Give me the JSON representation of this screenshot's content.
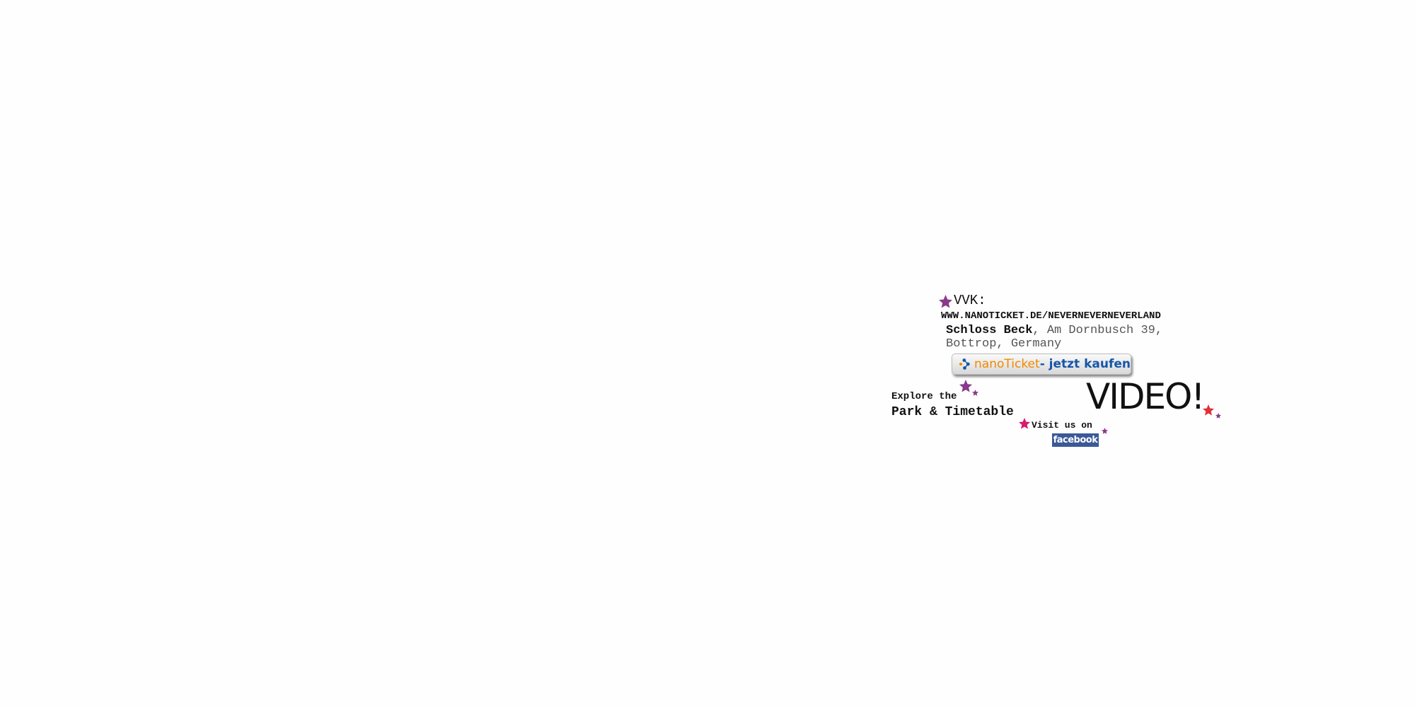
{
  "tickets": {
    "label": "VVK:",
    "url": "WWW.NANOTICKET.DE/NEVERNEVERNEVERLAND"
  },
  "address": {
    "venue": "Schloss Beck",
    "street": ", Am Dornbusch 39,",
    "city": "Bottrop, Germany"
  },
  "buy_button": {
    "brand": "nanoTicket",
    "action": " - jetzt kaufen"
  },
  "video_link": "VIDEO!",
  "explore": {
    "line1": "Explore the",
    "line2": "Park & Timetable"
  },
  "social": {
    "prompt": "Visit us on",
    "facebook": "facebook"
  },
  "colors": {
    "star_purple": "#8a3a8a",
    "star_pink": "#d81b6a",
    "star_red": "#e0303a",
    "facebook_blue": "#3b5998",
    "nano_orange": "#f08a00",
    "nano_blue": "#1556a8"
  }
}
